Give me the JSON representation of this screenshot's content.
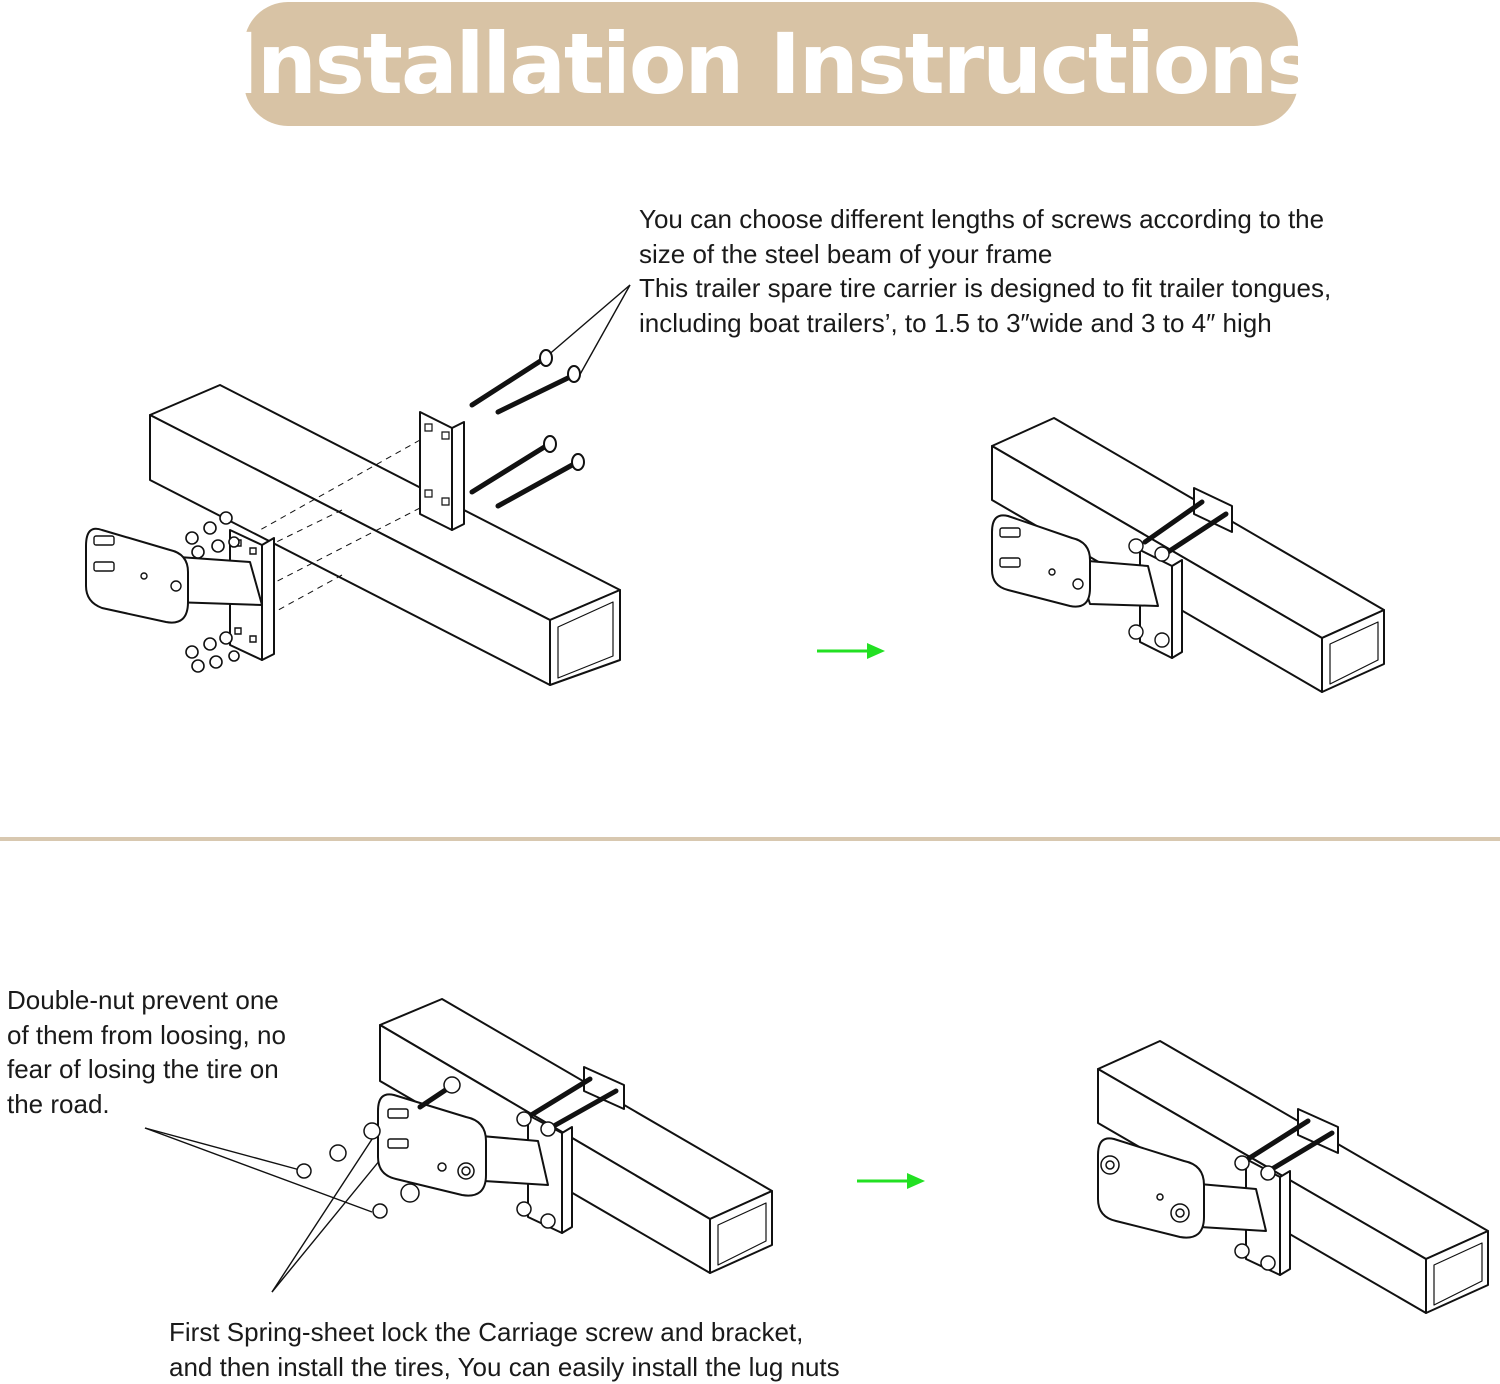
{
  "title": "Installation Instructions",
  "notes": {
    "screws": {
      "line1": "You can choose different lengths of screws according to the",
      "line2": "size of the steel beam of your frame",
      "line3": "This trailer spare tire carrier is designed to fit trailer tongues,",
      "line4": "including boat trailers’, to 1.5 to 3″wide and 3 to 4″ high"
    },
    "double_nut": {
      "line1": "Double-nut prevent one",
      "line2": "of them from loosing, no",
      "line3": "fear of losing the tire on",
      "line4": "the road."
    },
    "spring_sheet": {
      "line1": "First  Spring-sheet lock the Carriage screw and bracket,",
      "line2": "and then install the tires,  You can easily install the lug nuts"
    }
  },
  "colors": {
    "banner": "#d8c3a5",
    "divider": "#d8c8b0",
    "arrow": "#22e022",
    "line_art": "#111111"
  },
  "icons": [
    "right-arrow-icon"
  ]
}
